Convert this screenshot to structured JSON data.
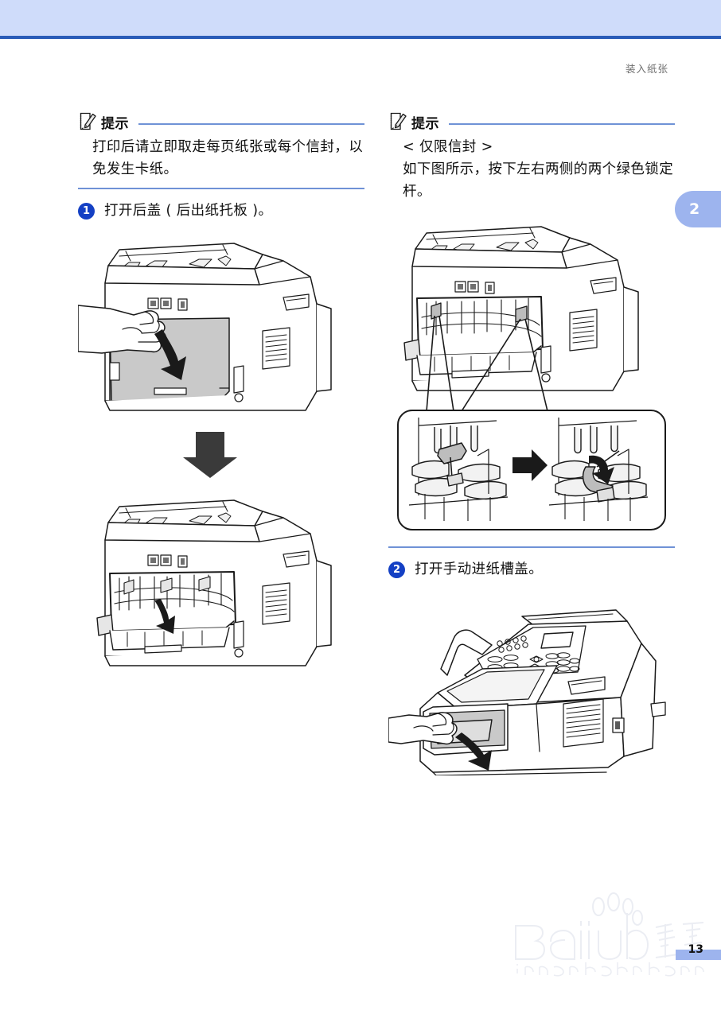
{
  "document": {
    "running_header": "装入纸张",
    "chapter_tab": "2",
    "page_number": "13"
  },
  "colors": {
    "band": "#cfdcfa",
    "band_rule": "#2a5cb8",
    "note_rule": "#6f92d6",
    "step_badge": "#1440c4",
    "chapter_tab": "#9db4ee",
    "footer_bar": "#9db4ee"
  },
  "left_column": {
    "note": {
      "icon": "note-pencil-icon",
      "title": "提示",
      "body": "打印后请立即取走每页纸张或每个信封，以免发生卡纸。"
    },
    "step": {
      "number": "1",
      "text": "打开后盖 ( 后出纸托板 )。"
    },
    "figure_top": {
      "name": "printer-rear-cover-hand-open",
      "caption": ""
    },
    "figure_arrow": {
      "name": "down-arrow-between-figures"
    },
    "figure_bottom": {
      "name": "printer-rear-cover-opened"
    }
  },
  "right_column": {
    "note": {
      "icon": "note-pencil-icon",
      "title": "提示",
      "body_line1": "< 仅限信封 >",
      "body_line2": "如下图所示，按下左右两侧的两个绿色锁定杆。"
    },
    "figure_top": {
      "name": "printer-rear-with-callouts"
    },
    "figure_detail": {
      "name": "green-lock-lever-detail-before-after"
    },
    "step": {
      "number": "2",
      "text": "打开手动进纸槽盖。"
    },
    "figure_bottom": {
      "name": "fax-front-manual-feed-slot-cover-open"
    }
  },
  "watermark": {
    "brand": "Baidu",
    "brand_cn": "经验",
    "url": "jingyan.baidu.com"
  }
}
